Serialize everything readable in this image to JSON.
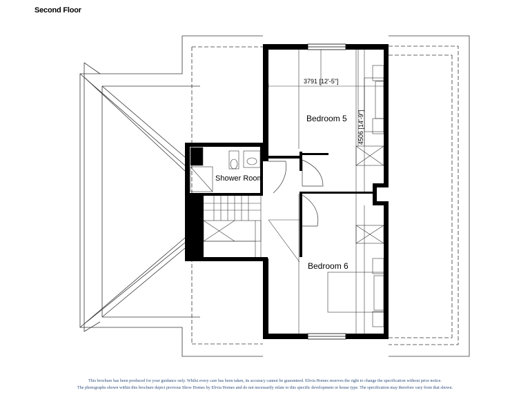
{
  "page": {
    "floor_title": "Second Floor"
  },
  "rooms": {
    "bedroom5": {
      "name": "Bedroom 5",
      "width_dim": "3791 [12'-5\"]",
      "length_dim": "4506 [14'-9\"]"
    },
    "bedroom6": {
      "name": "Bedroom 6"
    },
    "shower": {
      "name": "Shower Room"
    }
  },
  "disclaimer": {
    "line1": "This brochure has been produced for your guidance only. Whilst every care has been taken, its accuracy cannot be guaranteed. Elivia Homes reserves the right to change the specification without prior notice.",
    "line2": "The photographs shown within this brochure depict previous Show Homes by Elivia Homes and do not necessarily relate to this specific development or house type. The specification may therefore vary from that shown."
  },
  "colors": {
    "wall": "#000000",
    "line": "#333333",
    "disclaimer_text": "#2a4a7a"
  }
}
